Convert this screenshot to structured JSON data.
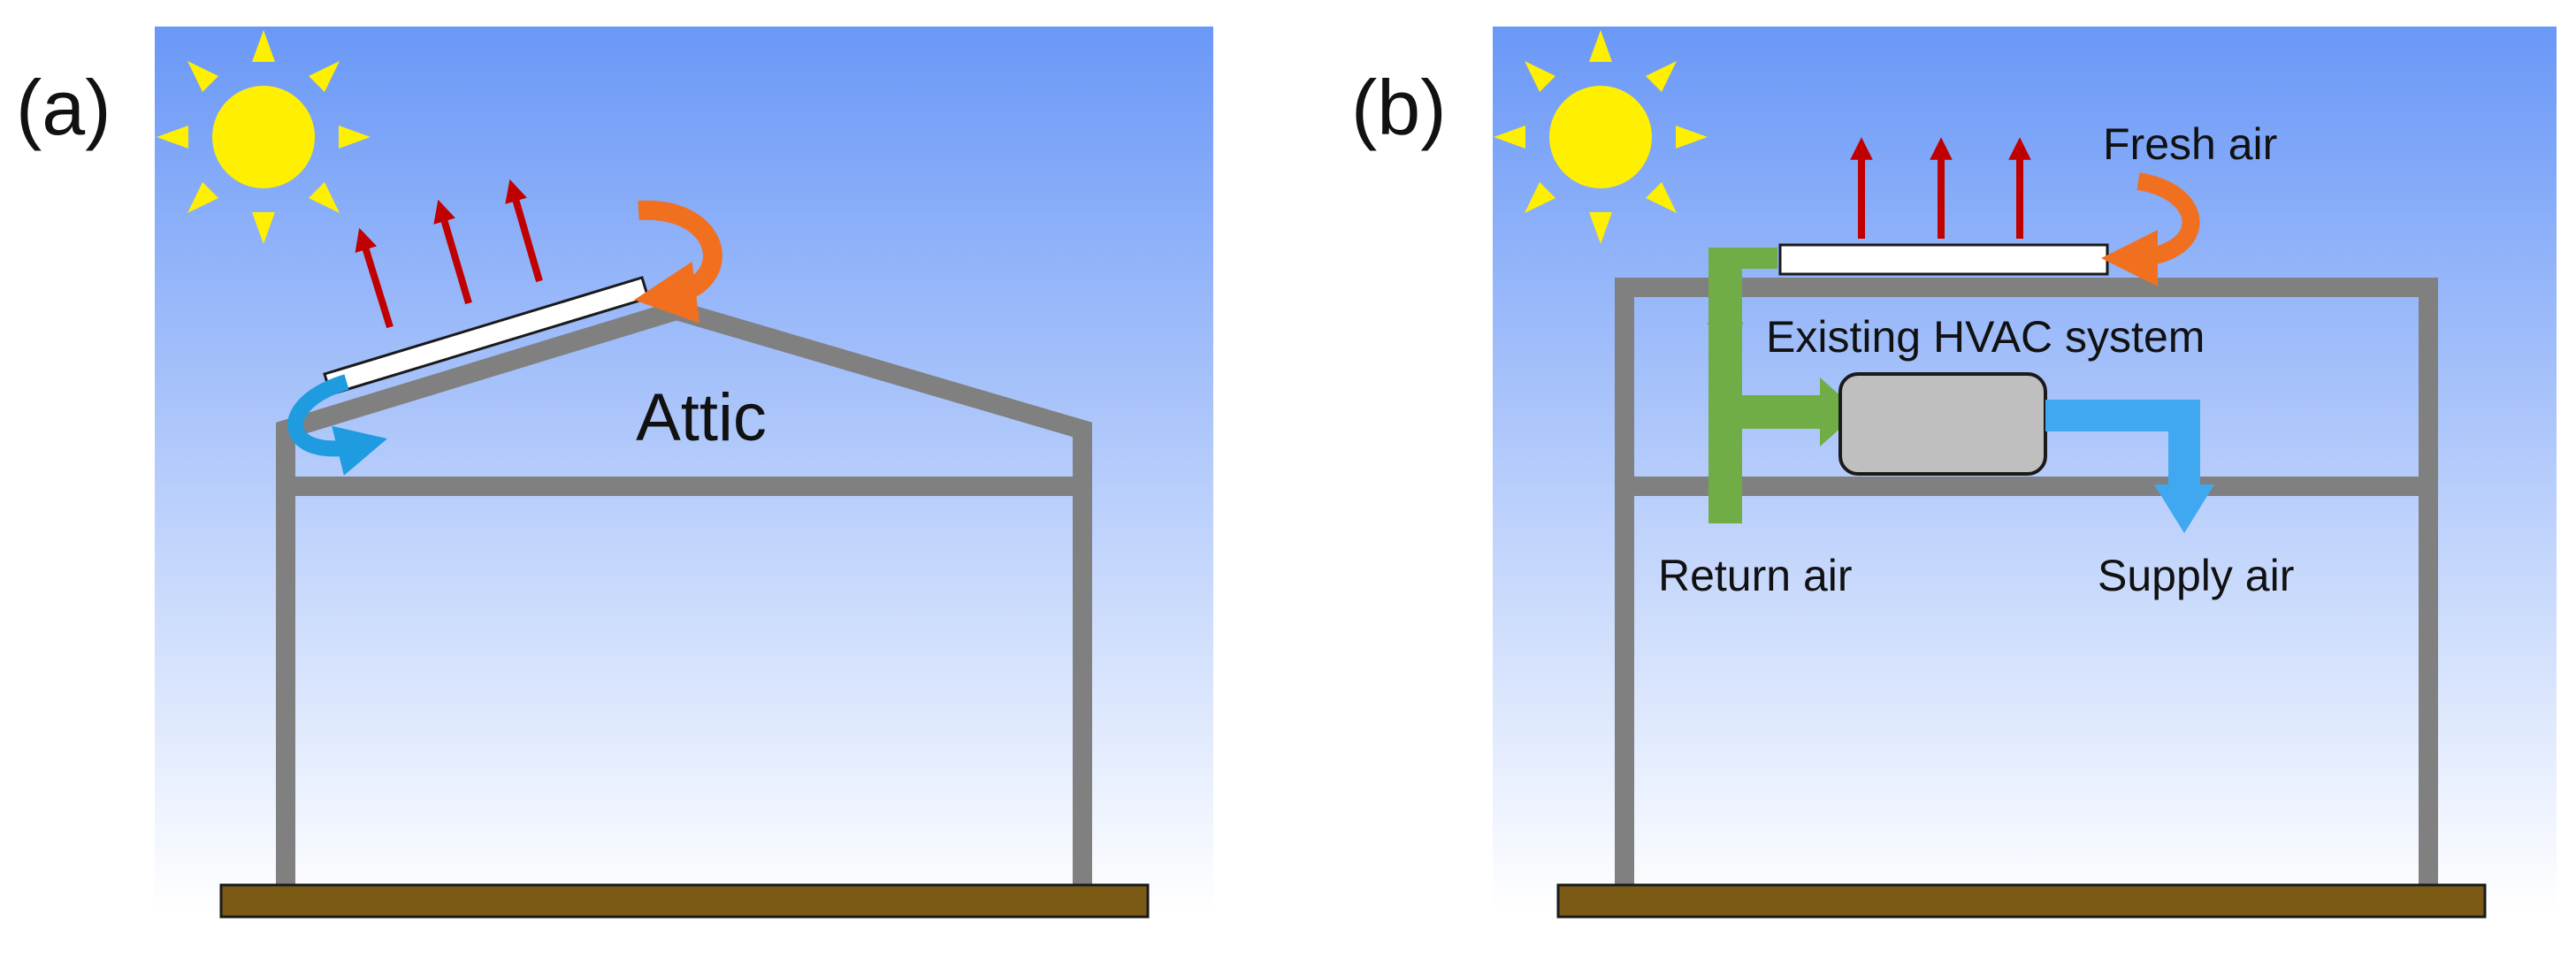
{
  "panels": {
    "a": {
      "panel_label": "(a)",
      "attic_label": "Attic"
    },
    "b": {
      "panel_label": "(b)",
      "fresh_air_label": "Fresh air",
      "hvac_label": "Existing HVAC system",
      "return_air_label": "Return air",
      "supply_air_label": "Supply air"
    }
  },
  "colors": {
    "sky_top": "#6a98f7",
    "sky_bottom": "#ffffff",
    "frame": "#808080",
    "ground": "#7a5a14",
    "sun": "#ffef00",
    "exhaust_arrow": "#c00000",
    "warm_arrow": "#f07020",
    "cool_arrow": "#1f9be0",
    "return_duct": "#70ad47",
    "supply_duct": "#40a8f0",
    "hvac_unit": "#bfbfbf"
  },
  "icons": [
    "sun-icon",
    "heat-arrow-icon",
    "airflow-arrow-icon"
  ]
}
